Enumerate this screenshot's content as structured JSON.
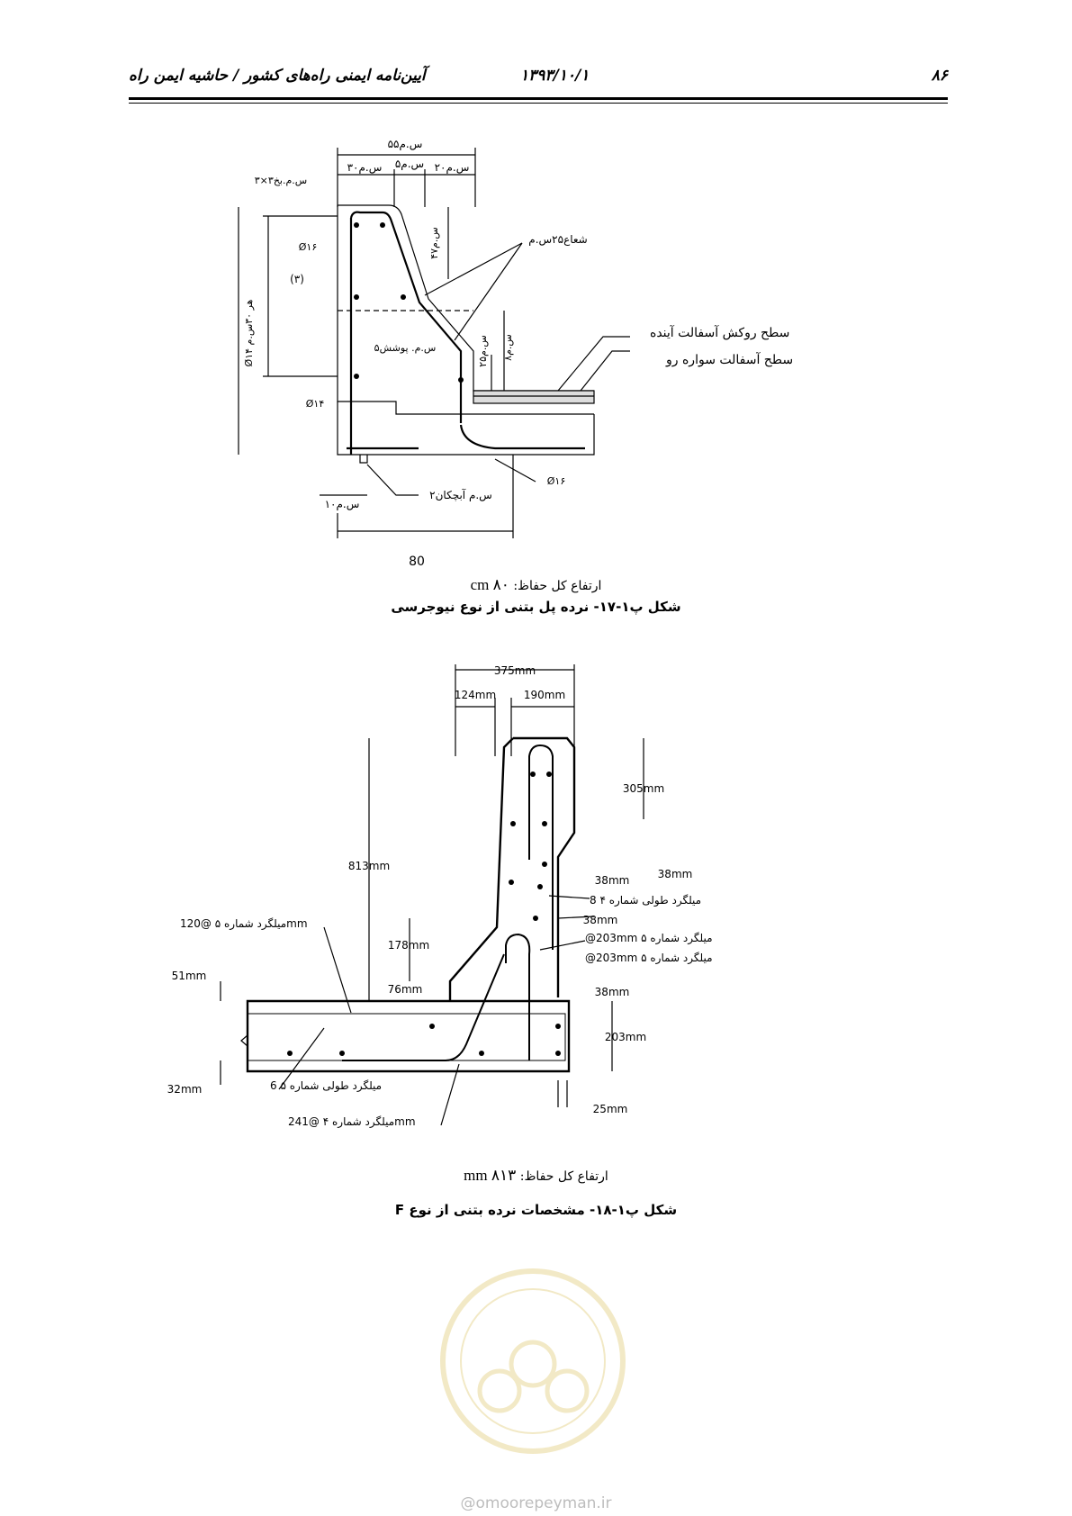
{
  "header": {
    "page_number": "۸۶",
    "date": "۱۳۹۳/۱۰/۱",
    "title": "آیین‌نامه ایمنی راه‌های کشور / حاشیه ایمن راه"
  },
  "figure17": {
    "dims": {
      "top_total": "۵۵س.م",
      "seg_a": "۳۰س.م",
      "seg_b": "۵س.م",
      "seg_c": "۲۰س.م",
      "chamfer": "۳×۳س.م.بخ",
      "radius": "شعاع۲۵س.م",
      "bar16_top": "Ø۱۶",
      "bar14_side": "Ø۱۴ هر ۳۰س.م",
      "ref3": "(۳)",
      "h47": "۴۷س.م",
      "cover": "۵س.م. پوشش",
      "h25": "۲۵س.م",
      "h8": "۸س.م",
      "bar14_low": "Ø۱۴",
      "bar16_low": "Ø۱۶",
      "drip": "۲س.م آبچکان",
      "left10": "۱۰س.م",
      "width80": "80"
    },
    "side_labels": {
      "future_overlay": "سطح روکش آسفالت آینده",
      "roadway_surface": "سطح آسفالت سواره رو"
    },
    "height_note": "ارتفاع کل حفاظ:",
    "height_value": "۸۰ cm",
    "caption": "شکل پ۱-۱۷- نرده پل بتنی از نوع نیوجرسی"
  },
  "figure18": {
    "dims": {
      "w375": "375mm",
      "w124": "124mm",
      "w190": "190mm",
      "h305": "305mm",
      "h813": "813mm",
      "d38a": "38mm",
      "d38b": "38mm",
      "d38c": "38mm",
      "d38d": "38mm",
      "h178": "178mm",
      "h76": "76mm",
      "h51": "51mm",
      "h203": "203mm",
      "h32": "32mm",
      "w25": "25mm"
    },
    "rebar_notes": {
      "long8": "8 میلگرد طولی شماره ۴",
      "bar5_203a": "@203mm میلگرد شماره ۵",
      "bar5_203b": "@203mm میلگرد شماره ۵",
      "bar5_120": "میلگرد شماره ۵ @120mm",
      "long6": "6 میلگرد طولی شماره ۵",
      "bar4_241": "میلگرد شماره ۴ @241mm"
    },
    "height_note": "ارتفاع کل حفاظ:",
    "height_value": "۸۱۳ mm",
    "caption": "شکل پ۱-۱۸- مشخصات نرده بتنی از نوع F"
  },
  "watermark": {
    "text": "@omoorepeyman.ir"
  }
}
